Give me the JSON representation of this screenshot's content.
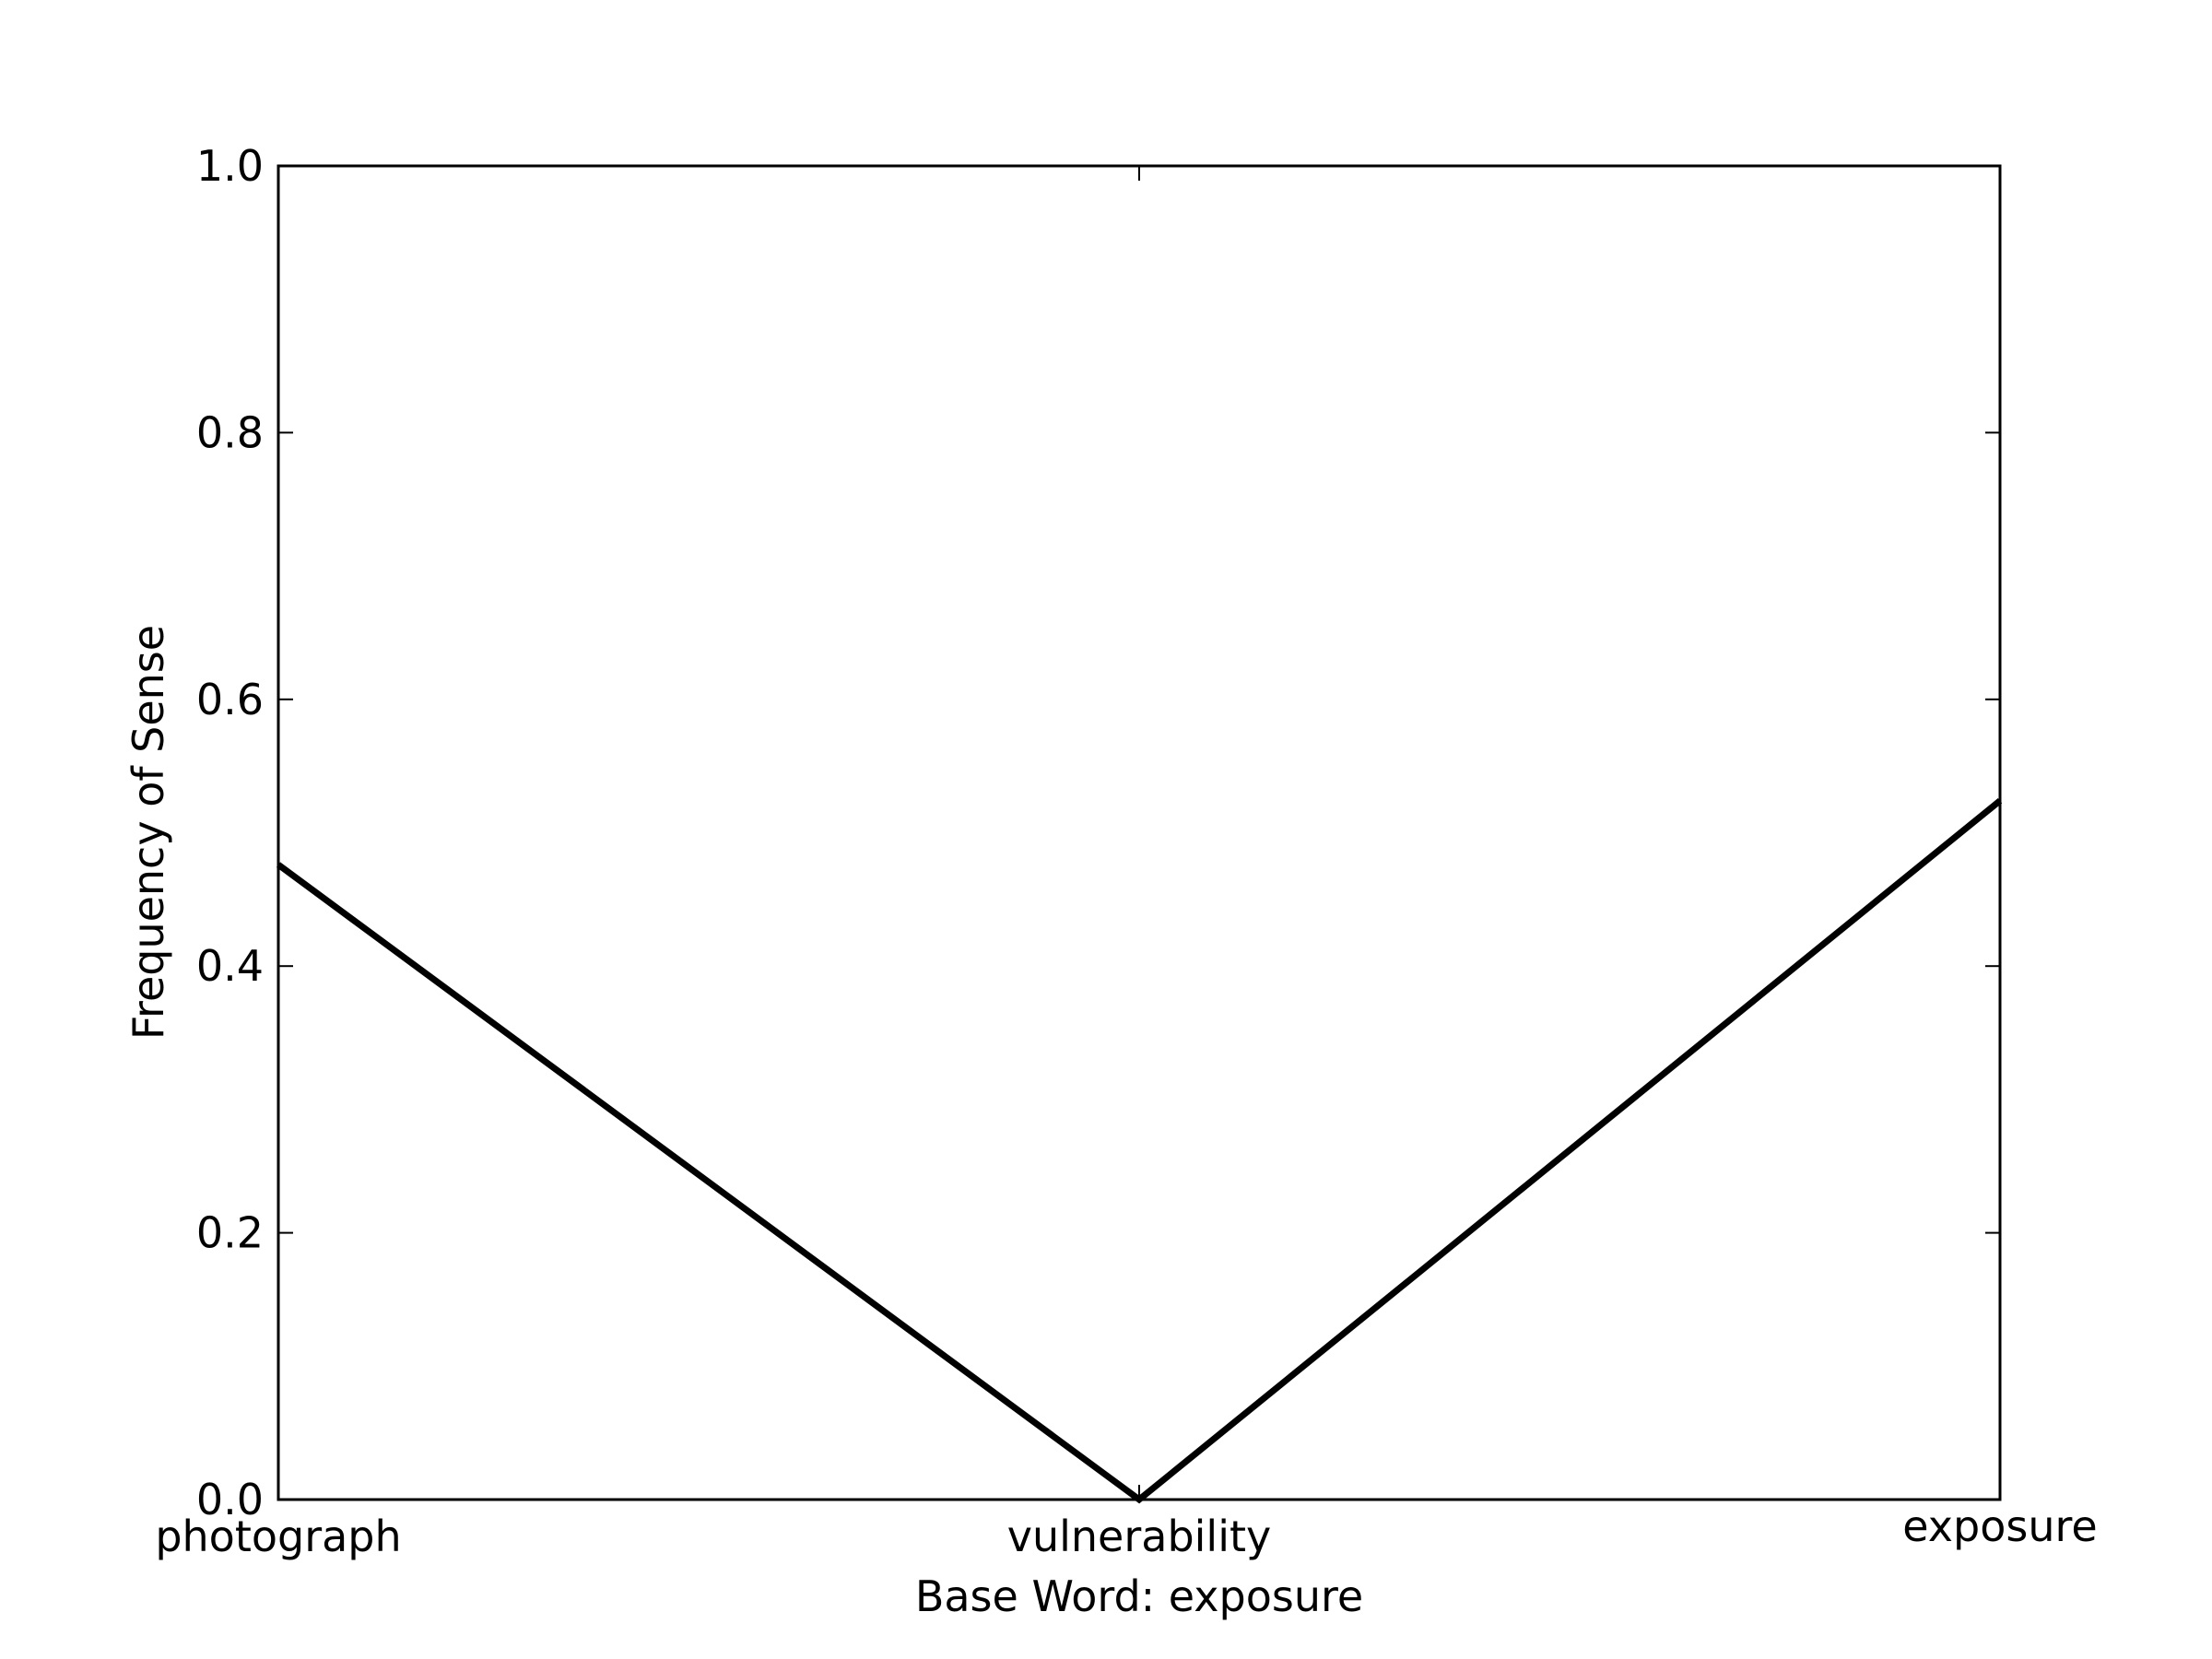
{
  "chart_data": {
    "type": "line",
    "categories": [
      "photograph",
      "vulnerability",
      "exposure"
    ],
    "series": [
      {
        "values": [
          0.476,
          0.0,
          0.524
        ],
        "color": "#000000"
      }
    ],
    "title": "",
    "xlabel": "Base Word: exposure",
    "ylabel": "Frequency of Sense",
    "ylim": [
      0.0,
      1.0
    ],
    "yticks": [
      "0.0",
      "0.2",
      "0.4",
      "0.6",
      "0.8",
      "1.0"
    ],
    "grid": false,
    "legend": "none"
  }
}
